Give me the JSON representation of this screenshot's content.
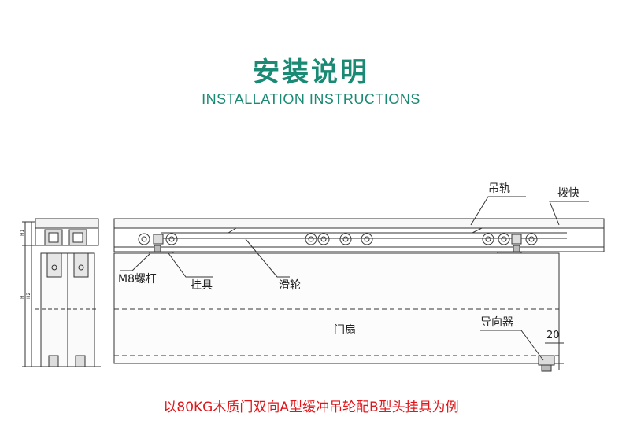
{
  "header": {
    "title": "安装说明",
    "subtitle": "INSTALLATION INSTRUCTIONS"
  },
  "labels": {
    "rail": "吊轨",
    "stopper": "拨快",
    "bolt": "M8螺杆",
    "hanger": "挂具",
    "roller": "滑轮",
    "door_leaf": "门扇",
    "guide": "导向器",
    "dimension_20": "20"
  },
  "caption": "以80KG木质门双向A型缓冲吊轮配B型头挂具为例",
  "colors": {
    "title": "#1a8a74",
    "caption": "#e0161a",
    "line": "#333333"
  }
}
